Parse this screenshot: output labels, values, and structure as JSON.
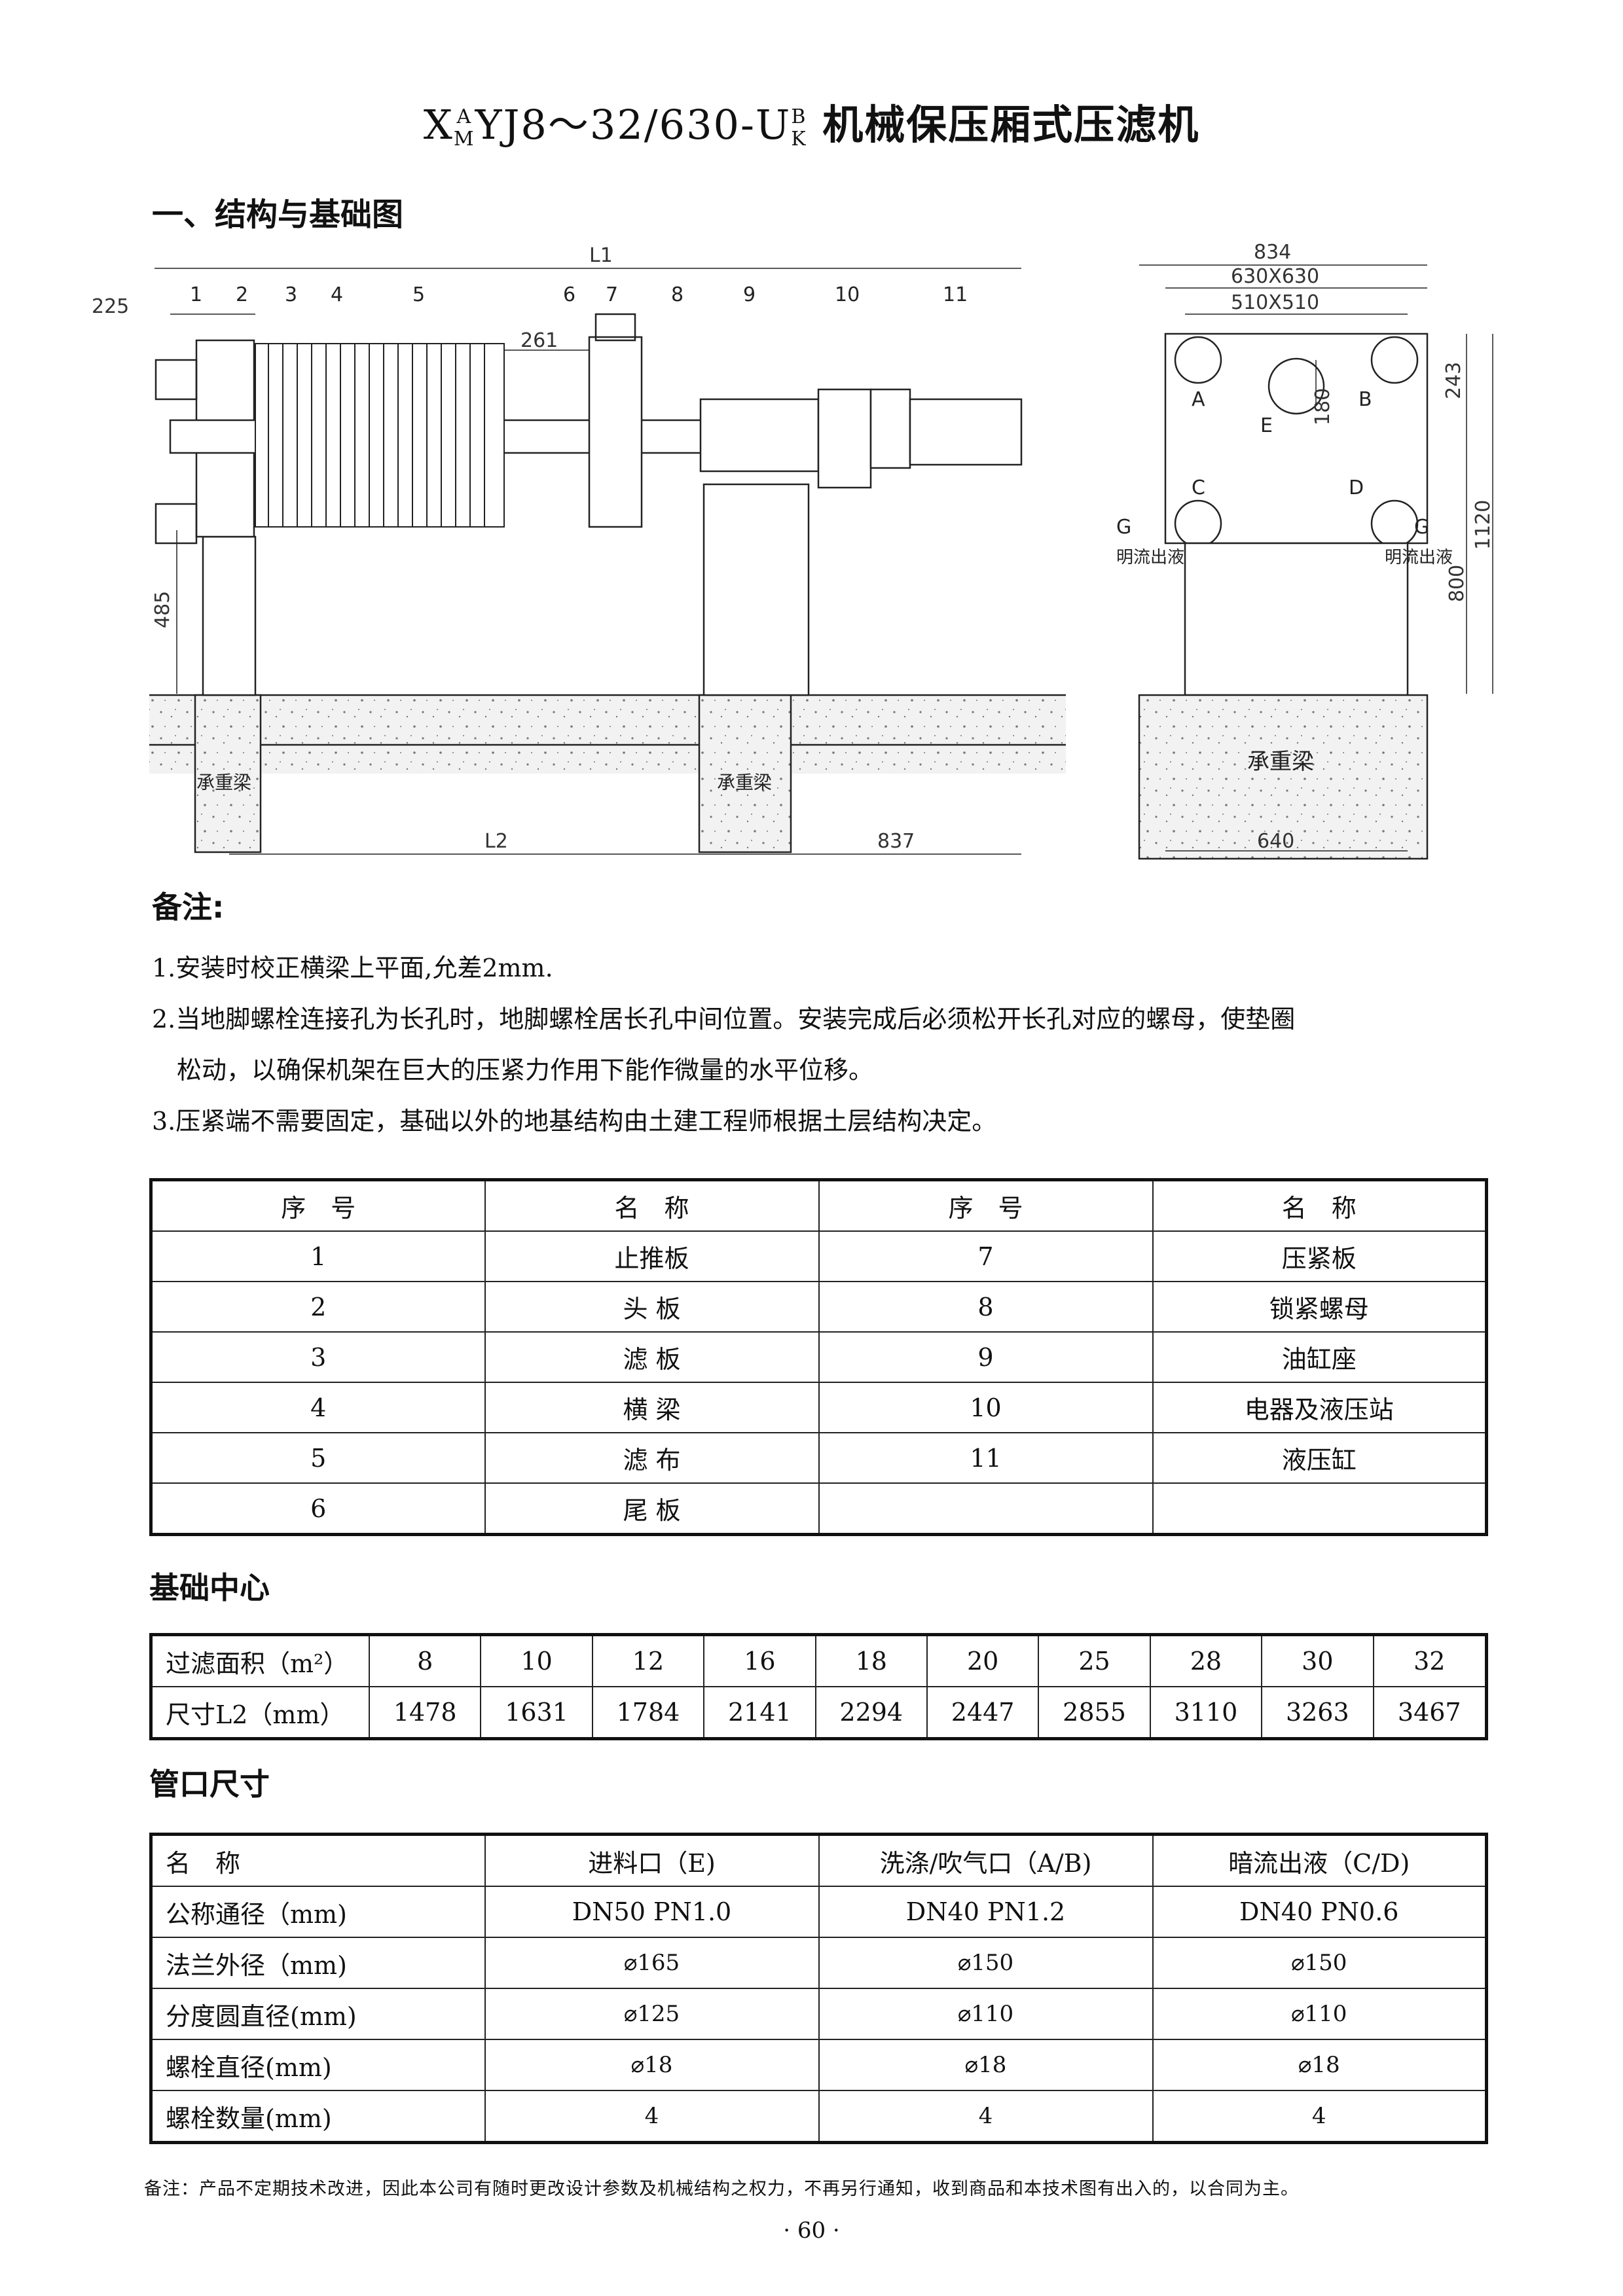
{
  "title": {
    "prefix": "X",
    "sup1": "A",
    "sub1": "M",
    "middle": "YJ8～32/630-U",
    "sup2": "B",
    "sub2": "K",
    "suffix": " 机械保压厢式压滤机"
  },
  "section1": "一、结构与基础图",
  "drawing": {
    "dims": {
      "L1": "L1",
      "L2": "L2",
      "d225": "225",
      "d261": "261",
      "d485": "485",
      "d837": "837",
      "d834": "834",
      "d630": "630X630",
      "d510": "510X510",
      "d243": "243",
      "d180": "180",
      "d1120": "1120",
      "d800": "800",
      "d640": "640"
    },
    "callouts": [
      "1",
      "2",
      "3",
      "4",
      "5",
      "6",
      "7",
      "8",
      "9",
      "10",
      "11"
    ],
    "side_labels": {
      "a": "A",
      "b": "B",
      "c": "C",
      "d": "D",
      "e": "E",
      "g": "G",
      "g2": "G"
    },
    "drain": "明流出液",
    "beam": "承重梁"
  },
  "notes": {
    "heading": "备注:",
    "items": [
      "1.安装时校正横梁上平面,允差2mm.",
      "2.当地脚螺栓连接孔为长孔时，地脚螺栓居长孔中间位置。安装完成后必须松开长孔对应的螺母，使垫圈",
      "松动，以确保机架在巨大的压紧力作用下能作微量的水平位移。",
      "3.压紧端不需要固定，基础以外的地基结构由土建工程师根据土层结构决定。"
    ]
  },
  "parts_table": {
    "headers": [
      "序　号",
      "名　称",
      "序　号",
      "名　称"
    ],
    "rows": [
      [
        "1",
        "止推板",
        "7",
        "压紧板"
      ],
      [
        "2",
        "头 板",
        "8",
        "锁紧螺母"
      ],
      [
        "3",
        "滤 板",
        "9",
        "油缸座"
      ],
      [
        "4",
        "横 梁",
        "10",
        "电器及液压站"
      ],
      [
        "5",
        "滤 布",
        "11",
        "液压缸"
      ],
      [
        "6",
        "尾 板",
        "",
        ""
      ]
    ]
  },
  "foundation": {
    "heading": "基础中心",
    "row1_label": "过滤面积（m²）",
    "row2_label": "尺寸L2（mm）",
    "areas": [
      "8",
      "10",
      "12",
      "16",
      "18",
      "20",
      "25",
      "28",
      "30",
      "32"
    ],
    "l2": [
      "1478",
      "1631",
      "1784",
      "2141",
      "2294",
      "2447",
      "2855",
      "3110",
      "3263",
      "3467"
    ]
  },
  "pipes": {
    "heading": "管口尺寸",
    "header": [
      "名　称",
      "进料口（E)",
      "洗涤/吹气口（A/B)",
      "暗流出液（C/D)"
    ],
    "rows": [
      [
        "公称通径（mm)",
        "DN50  PN1.0",
        "DN40  PN1.2",
        "DN40  PN0.6"
      ],
      [
        "法兰外径（mm)",
        "⌀165",
        "⌀150",
        "⌀150"
      ],
      [
        "分度圆直径(mm)",
        "⌀125",
        "⌀110",
        "⌀110"
      ],
      [
        "螺栓直径(mm)",
        "⌀18",
        "⌀18",
        "⌀18"
      ],
      [
        "螺栓数量(mm)",
        "4",
        "4",
        "4"
      ]
    ]
  },
  "footer": {
    "disclaimer": "备注：产品不定期技术改进，因此本公司有随时更改设计参数及机械结构之权力，不再另行通知，收到商品和本技术图有出入的，以合同为主。",
    "page": "· 60 ·"
  }
}
